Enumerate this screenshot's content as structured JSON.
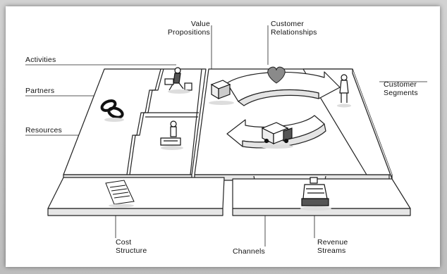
{
  "labels": {
    "value_propositions": "Value\nPropositions",
    "customer_relationships": "Customer\nRelationships",
    "activities": "Activities",
    "partners": "Partners",
    "resources": "Resources",
    "customer_segments": "Customer\nSegments",
    "cost_structure": "Cost\nStructure",
    "channels": "Channels",
    "revenue_streams": "Revenue\nStreams"
  },
  "colors": {
    "ink": "#111111",
    "board_fill": "#ffffff",
    "board_edge": "#222222",
    "shadow": "#d9d9d9",
    "heart": "#8a8a8a"
  }
}
